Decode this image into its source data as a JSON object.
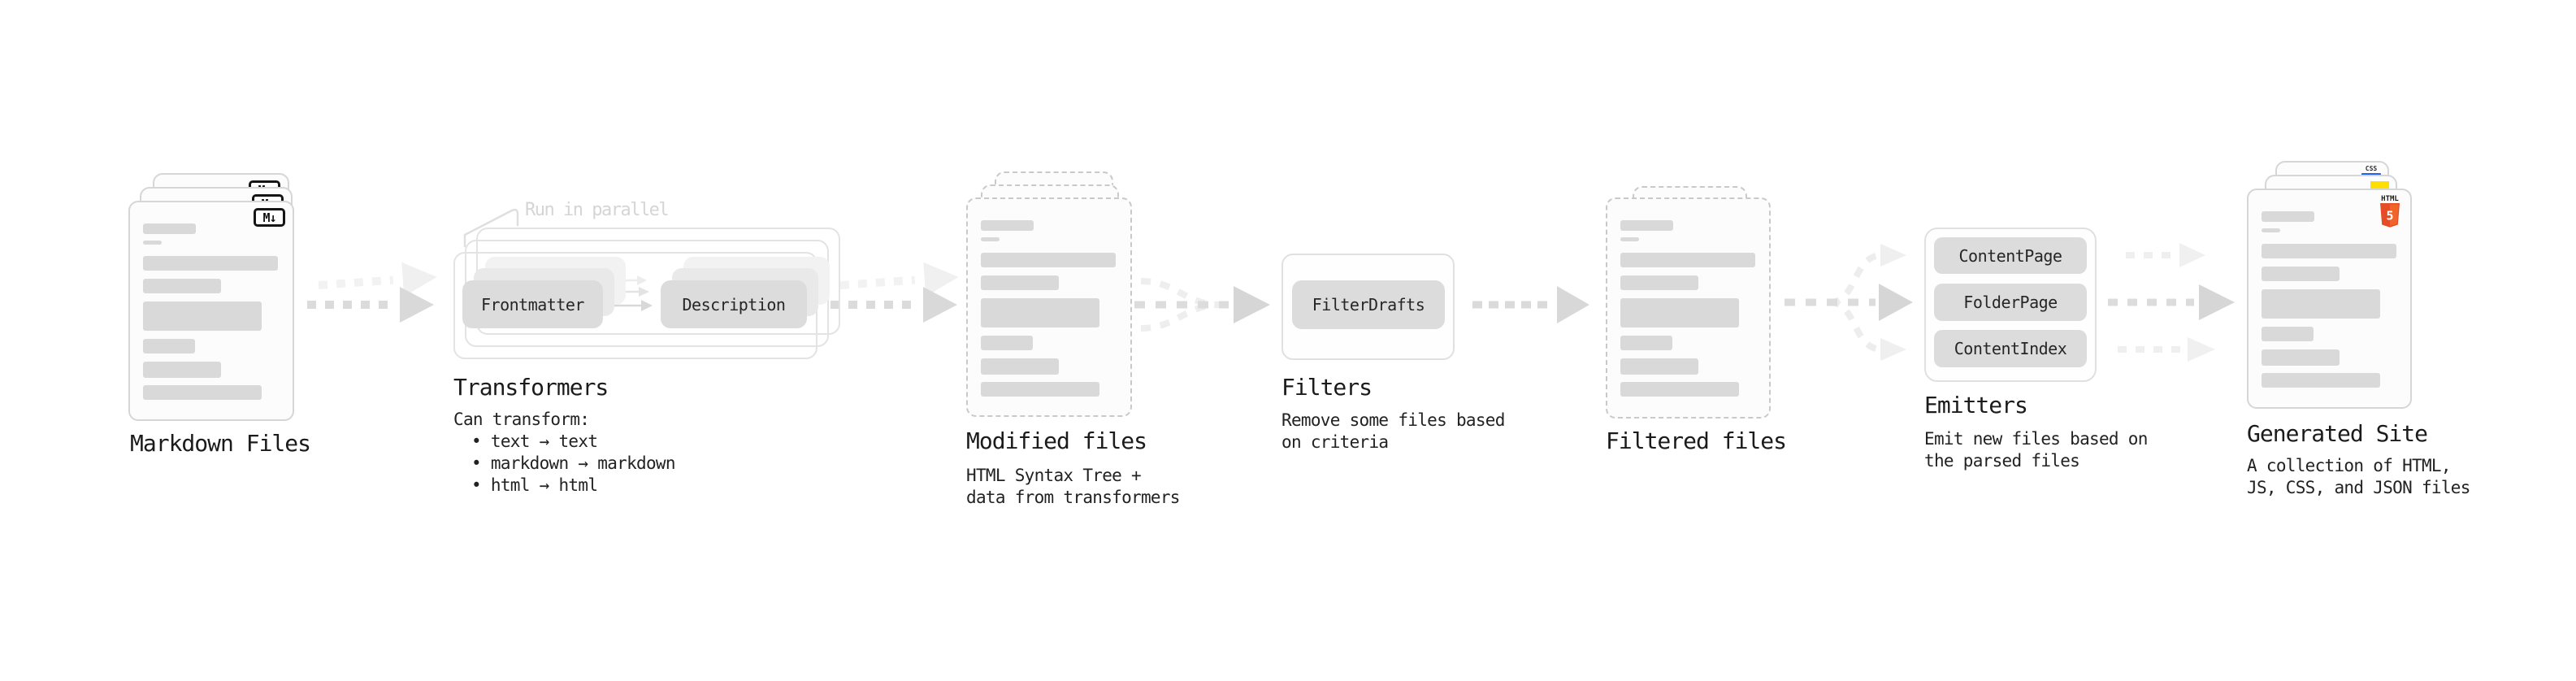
{
  "stages": {
    "markdown": {
      "label": "Markdown Files",
      "file_icon": "M↓"
    },
    "transformers": {
      "label": "Transformers",
      "annotation": "Run in parallel",
      "pills": [
        "Frontmatter",
        "Description"
      ],
      "desc": [
        "Can transform:",
        "• text → text",
        "• markdown → markdown",
        "• html → html"
      ]
    },
    "modified": {
      "label": "Modified files",
      "desc": [
        "HTML Syntax Tree +",
        "data from transformers"
      ]
    },
    "filters": {
      "label": "Filters",
      "pills": [
        "FilterDrafts"
      ],
      "desc": [
        "Remove some files based",
        "on criteria"
      ]
    },
    "filtered": {
      "label": "Filtered files"
    },
    "emitters": {
      "label": "Emitters",
      "pills": [
        "ContentPage",
        "FolderPage",
        "ContentIndex"
      ],
      "desc": [
        "Emit new files based on",
        "the parsed files"
      ]
    },
    "generated": {
      "label": "Generated Site",
      "desc": [
        "A collection of HTML,",
        "JS, CSS, and JSON files"
      ],
      "file_icons": {
        "html5_title": "HTML",
        "html5_number": "5",
        "css": "CSS"
      }
    }
  },
  "colors": {
    "html5_orange": "#e44d26",
    "html5_orange_light": "#f16529",
    "js_yellow": "#ffdf00",
    "css_blue": "#2160f1",
    "placeholder_gray": "#d9d9d9",
    "arrow_dark": "#dbdbdb",
    "arrow_light": "#f0f0f0"
  }
}
